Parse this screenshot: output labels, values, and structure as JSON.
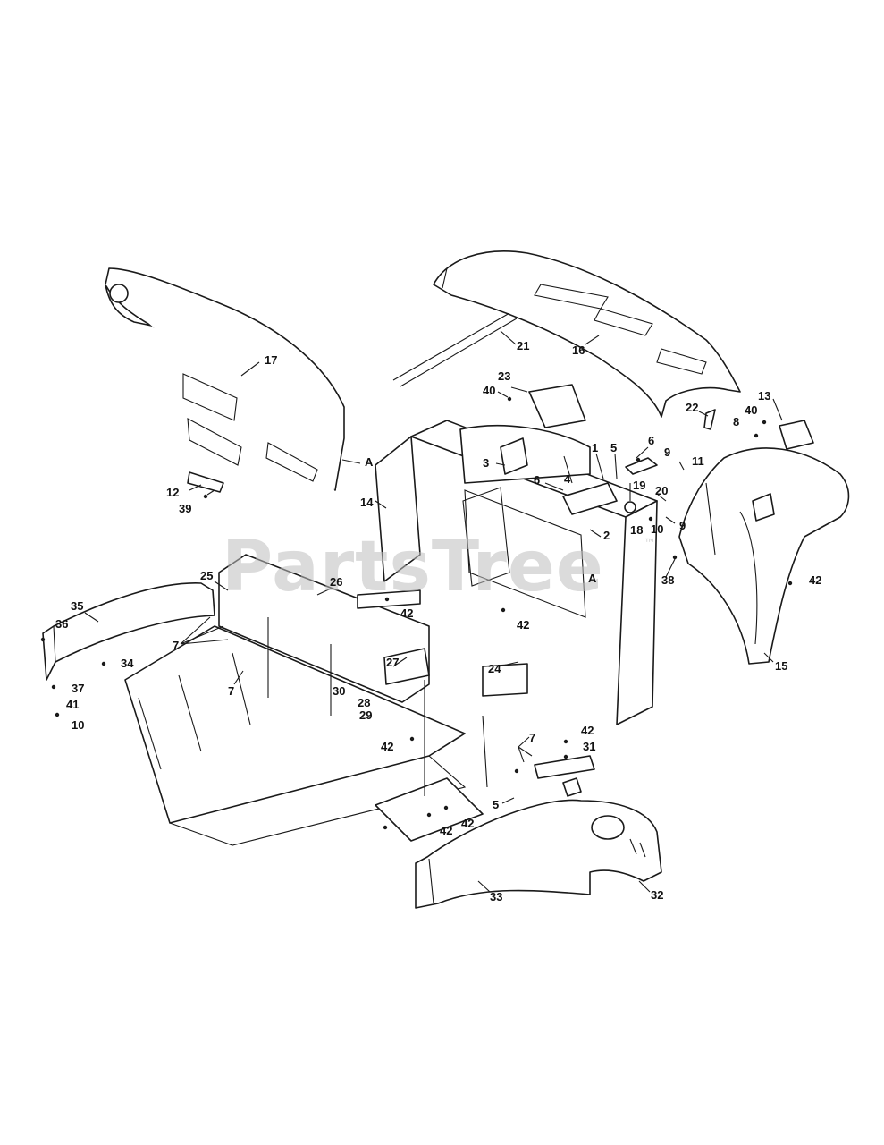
{
  "watermark": {
    "text": "PartsTree",
    "trademark": "™"
  },
  "callouts": [
    {
      "id": "17",
      "text": "17"
    },
    {
      "id": "A1",
      "text": "A"
    },
    {
      "id": "12",
      "text": "12"
    },
    {
      "id": "39",
      "text": "39"
    },
    {
      "id": "21",
      "text": "21"
    },
    {
      "id": "16",
      "text": "16"
    },
    {
      "id": "23",
      "text": "23"
    },
    {
      "id": "40a",
      "text": "40"
    },
    {
      "id": "13",
      "text": "13"
    },
    {
      "id": "40b",
      "text": "40"
    },
    {
      "id": "8",
      "text": "8"
    },
    {
      "id": "22",
      "text": "22"
    },
    {
      "id": "11",
      "text": "11"
    },
    {
      "id": "1",
      "text": "1"
    },
    {
      "id": "5a",
      "text": "5"
    },
    {
      "id": "6a",
      "text": "6"
    },
    {
      "id": "9a",
      "text": "9"
    },
    {
      "id": "3",
      "text": "3"
    },
    {
      "id": "6b",
      "text": "6"
    },
    {
      "id": "4",
      "text": "4"
    },
    {
      "id": "19",
      "text": "19"
    },
    {
      "id": "20",
      "text": "20"
    },
    {
      "id": "14",
      "text": "14"
    },
    {
      "id": "9b",
      "text": "9"
    },
    {
      "id": "2",
      "text": "2"
    },
    {
      "id": "18",
      "text": "18"
    },
    {
      "id": "10a",
      "text": "10"
    },
    {
      "id": "A2",
      "text": "A"
    },
    {
      "id": "38",
      "text": "38"
    },
    {
      "id": "42a",
      "text": "42"
    },
    {
      "id": "15",
      "text": "15"
    },
    {
      "id": "25",
      "text": "25"
    },
    {
      "id": "26",
      "text": "26"
    },
    {
      "id": "42b",
      "text": "42"
    },
    {
      "id": "35",
      "text": "35"
    },
    {
      "id": "36",
      "text": "36"
    },
    {
      "id": "7a",
      "text": "7"
    },
    {
      "id": "42c",
      "text": "42"
    },
    {
      "id": "34",
      "text": "34"
    },
    {
      "id": "27",
      "text": "27"
    },
    {
      "id": "7b",
      "text": "7"
    },
    {
      "id": "30",
      "text": "30"
    },
    {
      "id": "37",
      "text": "37"
    },
    {
      "id": "28",
      "text": "28"
    },
    {
      "id": "29",
      "text": "29"
    },
    {
      "id": "24",
      "text": "24"
    },
    {
      "id": "41",
      "text": "41"
    },
    {
      "id": "10b",
      "text": "10"
    },
    {
      "id": "7c",
      "text": "7"
    },
    {
      "id": "42d",
      "text": "42"
    },
    {
      "id": "31",
      "text": "31"
    },
    {
      "id": "42e",
      "text": "42"
    },
    {
      "id": "5b",
      "text": "5"
    },
    {
      "id": "42f",
      "text": "42"
    },
    {
      "id": "42g",
      "text": "42"
    },
    {
      "id": "33",
      "text": "33"
    },
    {
      "id": "32",
      "text": "32"
    }
  ]
}
